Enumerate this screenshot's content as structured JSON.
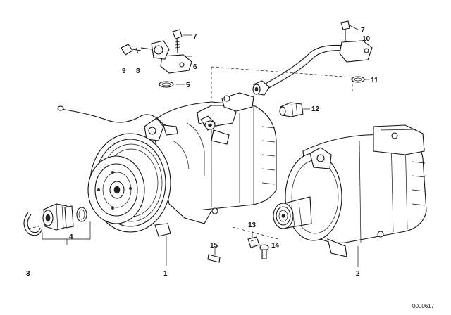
{
  "callouts": {
    "c1": "1",
    "c2": "2",
    "c3": "3",
    "c4": "4",
    "c5": "5",
    "c6": "6",
    "c7a": "7",
    "c7b": "7",
    "c8": "8",
    "c9": "9",
    "c10": "10",
    "c11": "11",
    "c12": "12",
    "c13": "13",
    "c14": "14",
    "c15": "15"
  },
  "reference_code": "0000617"
}
